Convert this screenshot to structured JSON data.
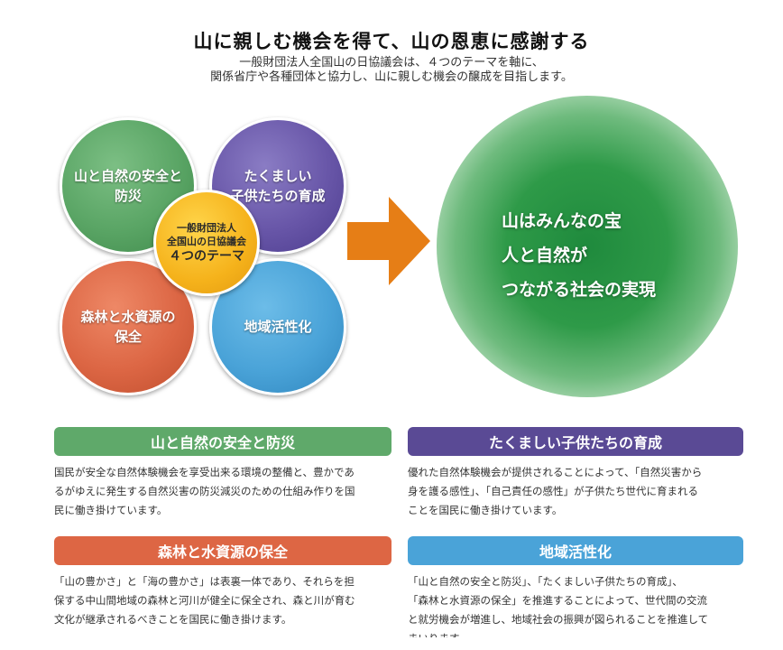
{
  "header": {
    "title": "山に親しむ機会を得て、山の恩恵に感謝する",
    "subtitle_lines": [
      "一般財団法人全国山の日協議会は、４つのテーマを軸に、",
      "関係省庁や各種団体と協力し、山に親しむ機会の醸成を目指します。"
    ]
  },
  "diagram": {
    "themes": [
      {
        "lines": [
          "山と自然の安全と",
          "防災"
        ],
        "color": "#5aa565"
      },
      {
        "lines": [
          "たくましい",
          "子供たちの育成"
        ],
        "color": "#6856a8"
      },
      {
        "lines": [
          "森林と水資源の",
          "保全"
        ],
        "color": "#dc6644"
      },
      {
        "lines": [
          "地域活性化"
        ],
        "color": "#4aa3d8"
      }
    ],
    "center": {
      "lines": [
        "一般財団法人",
        "全国山の日協議会",
        "４つのテーマ"
      ],
      "color": "#f5b21b"
    },
    "arrow_color": "#e67e16",
    "result": {
      "lines": [
        "山はみんなの宝",
        "人と自然が",
        "つながる社会の実現"
      ],
      "color": "#2e9a48"
    }
  },
  "sections": [
    {
      "heading": "山と自然の安全と防災",
      "color": "#5fa96a",
      "lines": [
        "国民が安全な自然体験機会を享受出来る環境の整備と、豊かであ",
        "るがゆえに発生する自然災害の防災減災のための仕組み作りを国",
        "民に働き掛けています。"
      ]
    },
    {
      "heading": "たくましい子供たちの育成",
      "color": "#5a4a95",
      "lines": [
        "優れた自然体験機会が提供されることによって、「自然災害から",
        "身を護る感性」、「自己責任の感性」が子供たち世代に育まれる",
        "ことを国民に働き掛けています。"
      ]
    },
    {
      "heading": "森林と水資源の保全",
      "color": "#dd6644",
      "lines": [
        "「山の豊かさ」と「海の豊かさ」は表裏一体であり、それらを担",
        "保する中山間地域の森林と河川が健全に保全され、森と川が育む",
        "文化が継承されるべきことを国民に働き掛けます。"
      ]
    },
    {
      "heading": "地域活性化",
      "color": "#4aa3d8",
      "lines": [
        "「山と自然の安全と防災」、「たくましい子供たちの育成」、",
        "「森林と水資源の保全」を推進することによって、世代間の交流",
        "と就労機会が増進し、地域社会の振興が図られることを推進して",
        "まいります。"
      ]
    }
  ]
}
